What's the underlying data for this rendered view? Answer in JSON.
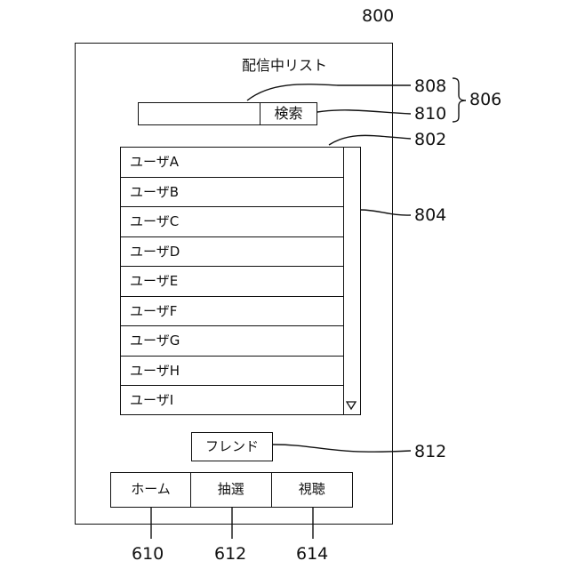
{
  "figure": {
    "id": "800",
    "refs": {
      "r806": "806",
      "r808": "808",
      "r810": "810",
      "r802": "802",
      "r804": "804",
      "r812": "812",
      "r610": "610",
      "r612": "612",
      "r614": "614"
    }
  },
  "screen": {
    "title": "配信中リスト",
    "search": {
      "placeholder": "",
      "button_label": "検索"
    },
    "list": {
      "items": [
        "ユーザA",
        "ユーザB",
        "ユーザC",
        "ユーザD",
        "ユーザE",
        "ユーザF",
        "ユーザG",
        "ユーザH",
        "ユーザI"
      ],
      "scroll_icon": "triangle-down-icon"
    },
    "friend_button": "フレンド",
    "tabs": [
      "ホーム",
      "抽選",
      "視聴"
    ]
  }
}
